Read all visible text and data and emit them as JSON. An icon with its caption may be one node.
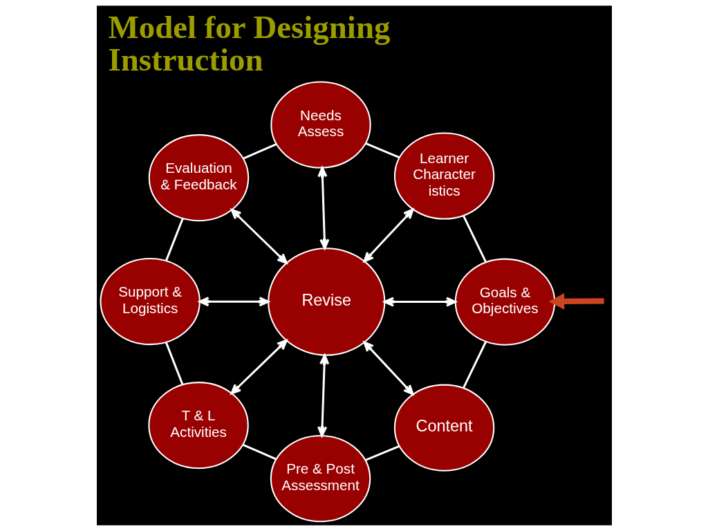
{
  "diagram": {
    "title": "Model for Designing Instruction",
    "nodes": [
      {
        "text": [
          "Needs Assess"
        ]
      },
      {
        "text": [
          "Evaluation & Feedback"
        ]
      },
      {
        "text": [
          "Learner Character istics"
        ]
      },
      {
        "text": [
          "Support & Logistics"
        ]
      },
      {
        "text": [
          "Revise"
        ]
      },
      {
        "text": [
          "Goals & Objectives"
        ]
      },
      {
        "text": [
          "T & L Activities"
        ]
      },
      {
        "text": [
          "Content"
        ]
      },
      {
        "text": [
          "Pre & Post Assessment"
        ]
      }
    ],
    "edges": [
      {
        "from": 4,
        "to": 0,
        "arrow": "both"
      },
      {
        "from": 4,
        "to": 2,
        "arrow": "both"
      },
      {
        "from": 4,
        "to": 5,
        "arrow": "both"
      },
      {
        "from": 4,
        "to": 7,
        "arrow": "both"
      },
      {
        "from": 4,
        "to": 8,
        "arrow": "both"
      },
      {
        "from": 4,
        "to": 6,
        "arrow": "both"
      },
      {
        "from": 4,
        "to": 3,
        "arrow": "both"
      },
      {
        "from": 4,
        "to": 1,
        "arrow": "both"
      },
      {
        "from": 0,
        "to": 2,
        "arrow": "none"
      },
      {
        "from": 2,
        "to": 5,
        "arrow": "none"
      },
      {
        "from": 5,
        "to": 7,
        "arrow": "none"
      },
      {
        "from": 7,
        "to": 8,
        "arrow": "none"
      },
      {
        "from": 8,
        "to": 6,
        "arrow": "none"
      },
      {
        "from": 6,
        "to": 3,
        "arrow": "none"
      },
      {
        "from": 3,
        "to": 1,
        "arrow": "none"
      },
      {
        "from": 1,
        "to": 0,
        "arrow": "none"
      },
      {
        "from": null,
        "to": 5,
        "arrow": "to",
        "style": "thick",
        "color": "#cc4422"
      }
    ]
  }
}
